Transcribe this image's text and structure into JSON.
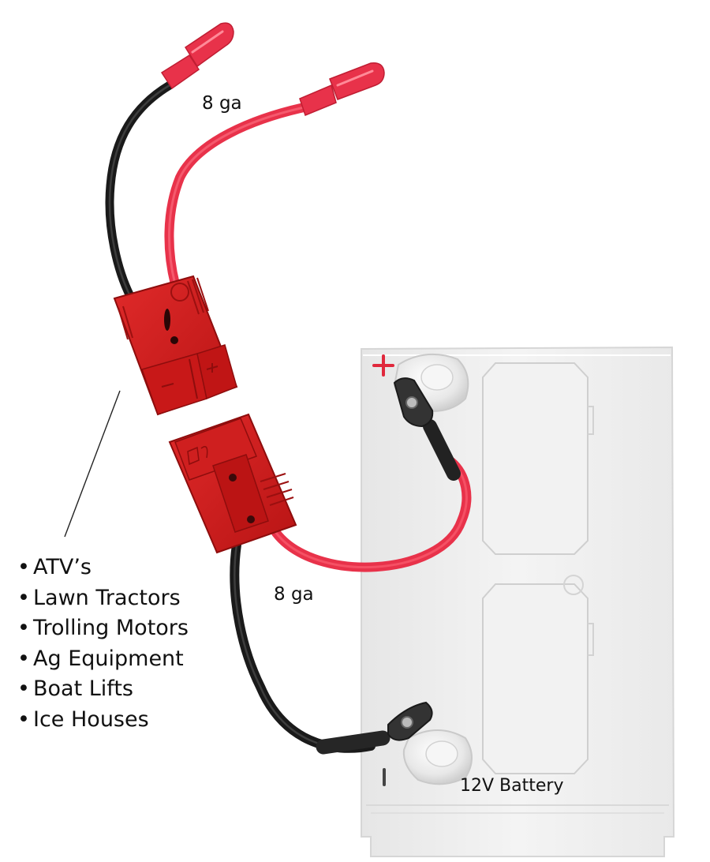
{
  "labels": {
    "gauge_top": "8 ga",
    "gauge_bottom": "8 ga",
    "battery": "12V Battery"
  },
  "applications": {
    "bullet": "•",
    "items": [
      "ATV’s",
      "Lawn Tractors",
      "Trolling Motors",
      "Ag Equipment",
      "Boat Lifts",
      "Ice Houses"
    ]
  },
  "colors": {
    "connector_red": "#d41f1f",
    "positive_wire": "#e8324a",
    "negative_wire": "#1a1a1a",
    "battery_case": "#eeeeee",
    "battery_plus": "#e0283c"
  }
}
